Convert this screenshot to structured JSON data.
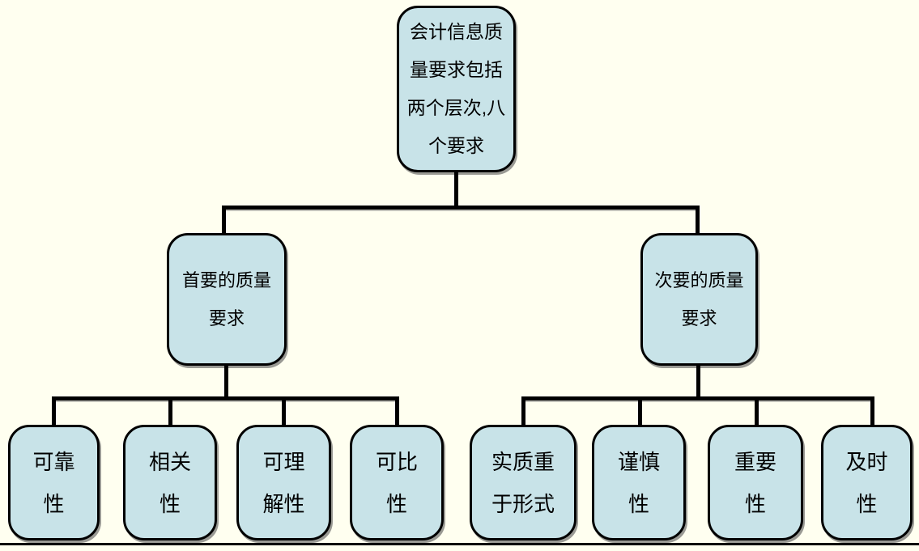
{
  "background_color": "#FFFFF0",
  "box_fill_color": "#C8E3E8",
  "box_border_color": "#000000",
  "connector_color": "#000000",
  "text_color": "#000000",
  "diagram_type": "hierarchy-tree",
  "nodes": {
    "root": {
      "full_text": "会计信息质量要求包括两个层次,八个要求",
      "lines": [
        "会计信息质",
        "量要求包括",
        "两个层次,八",
        "个要求"
      ]
    },
    "primary": {
      "full_text": "首要的质量要求",
      "lines": [
        "首要的质量",
        "要求"
      ]
    },
    "secondary": {
      "full_text": "次要的质量要求",
      "lines": [
        "次要的质量",
        "要求"
      ]
    },
    "leaf_reliability": {
      "parent": "primary",
      "full_text": "可靠性",
      "lines": [
        "可靠",
        "性"
      ]
    },
    "leaf_relevance": {
      "parent": "primary",
      "full_text": "相关性",
      "lines": [
        "相关",
        "性"
      ]
    },
    "leaf_understandability": {
      "parent": "primary",
      "full_text": "可理解性",
      "lines": [
        "可理",
        "解性"
      ]
    },
    "leaf_comparability": {
      "parent": "primary",
      "full_text": "可比性",
      "lines": [
        "可比",
        "性"
      ]
    },
    "leaf_substance_over_form": {
      "parent": "secondary",
      "full_text": "实质重于形式",
      "lines": [
        "实质重",
        "于形式"
      ]
    },
    "leaf_prudence": {
      "parent": "secondary",
      "full_text": "谨慎性",
      "lines": [
        "谨慎",
        "性"
      ]
    },
    "leaf_materiality": {
      "parent": "secondary",
      "full_text": "重要性",
      "lines": [
        "重要",
        "性"
      ]
    },
    "leaf_timeliness": {
      "parent": "secondary",
      "full_text": "及时性",
      "lines": [
        "及时",
        "性"
      ]
    }
  }
}
